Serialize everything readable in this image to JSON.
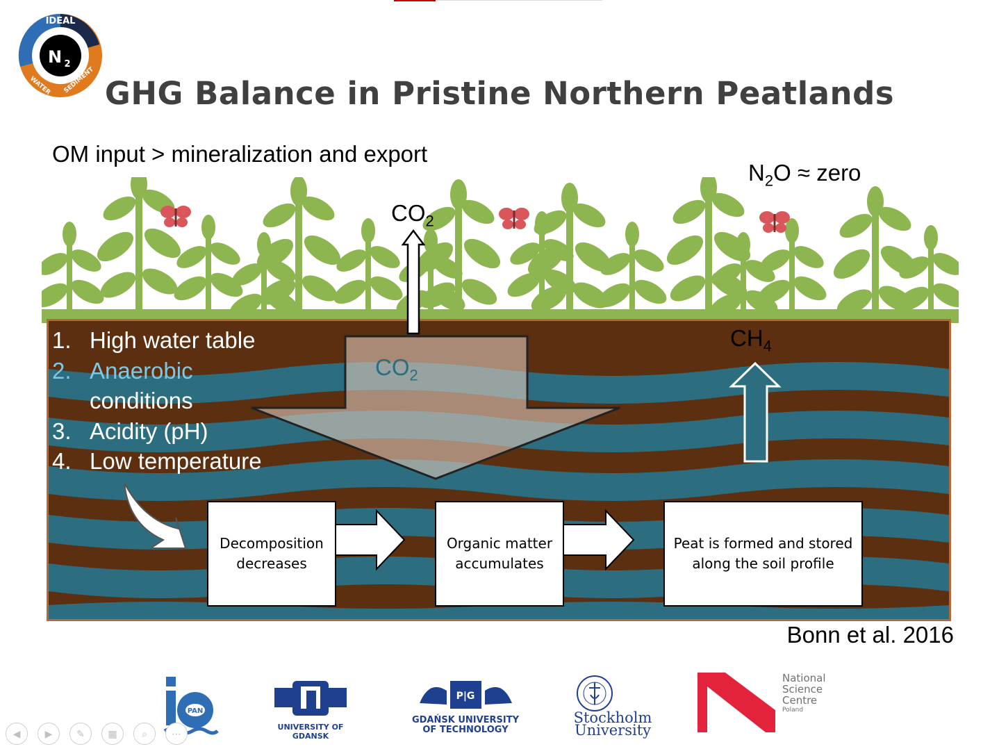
{
  "slide": {
    "title": "GHG Balance in Pristine Northern Peatlands",
    "subtitle": "OM input > mineralization and export",
    "n2o": {
      "formula": "N",
      "sub": "2",
      "rest": "O ≈ zero"
    },
    "co2_top": {
      "label": "CO",
      "sub": "2"
    },
    "co2_inner": {
      "label": "CO",
      "sub": "2"
    },
    "ch4": {
      "label": "CH",
      "sub": "4"
    },
    "factors": [
      {
        "num": "1.",
        "text": "High water table"
      },
      {
        "num": "2.",
        "text": "Anaerobic",
        "text2": "conditions"
      },
      {
        "num": "3.",
        "text": "Acidity (pH)"
      },
      {
        "num": "4.",
        "text": "Low temperature"
      }
    ],
    "boxes": [
      {
        "line1": "Decomposition",
        "line2": "decreases"
      },
      {
        "line1": "Organic matter",
        "line2": "accumulates"
      },
      {
        "line1": "Peat is formed and stored",
        "line2": "along the soil profile"
      }
    ],
    "citation": "Bonn et al. 2016"
  },
  "logos": {
    "ideal": {
      "top": "IDEAL",
      "left": "WATER",
      "right": "SEDIMENT",
      "center": "N",
      "center_sub": "2"
    },
    "iopan": {
      "label": "PAN"
    },
    "ug": {
      "label": "UNIVERSITY OF GDANSK"
    },
    "pg": {
      "line1": "GDAŃSK UNIVERSITY",
      "line2": "OF TECHNOLOGY",
      "badge": "P|G"
    },
    "su": {
      "line1": "Stockholm",
      "line2": "University"
    },
    "ncn": {
      "line1": "National",
      "line2": "Science",
      "line3": "Centre",
      "line4": "Poland"
    }
  },
  "colors": {
    "soil": "#5b2f10",
    "water": "#2c6e80",
    "plant": "#8db550",
    "butterfly": "#d9565a",
    "title": "#404040",
    "ncn_red": "#e3233b",
    "logo_blue": "#1f3f8f"
  },
  "nav": [
    "back-icon",
    "forward-icon",
    "pen-icon",
    "slides-icon",
    "zoom-icon",
    "more-icon"
  ]
}
